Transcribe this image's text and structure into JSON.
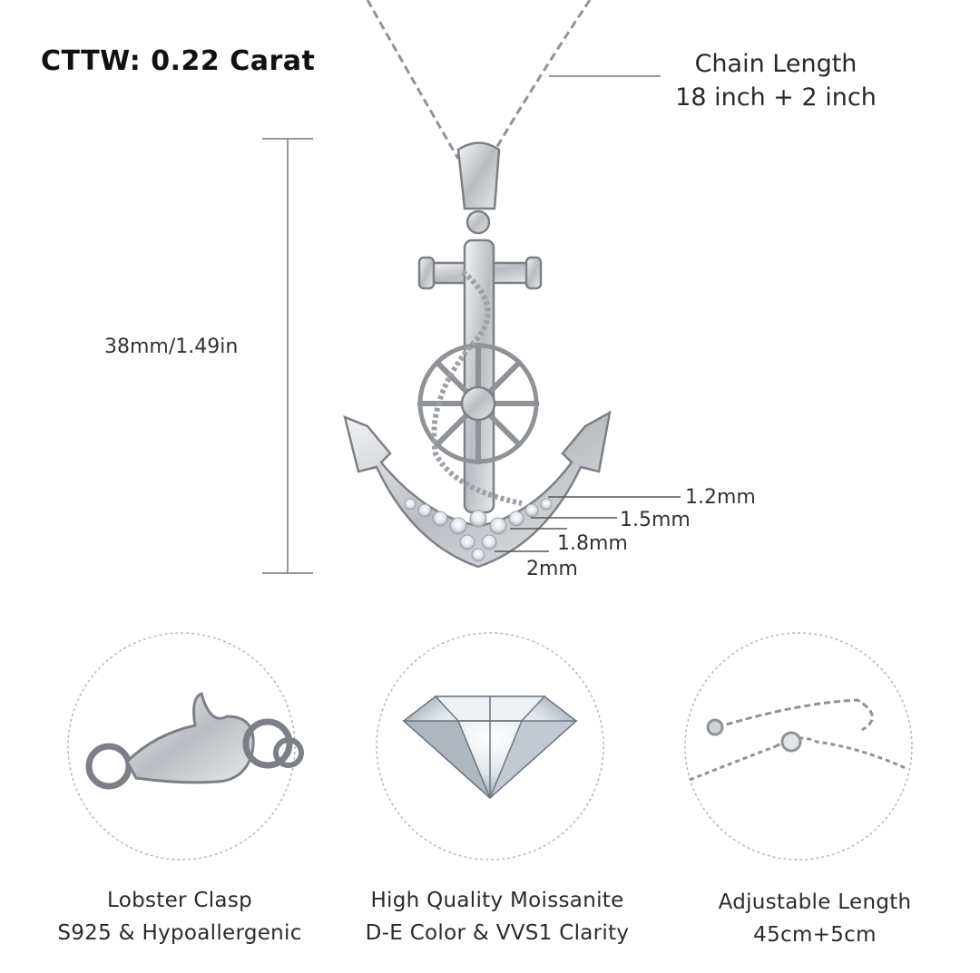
{
  "carat": "CTTW: 0.22 Carat",
  "chain": {
    "title": "Chain Length",
    "value": "18 inch + 2 inch"
  },
  "pendant_height": "38mm/1.49in",
  "stone_sizes": [
    "1.2mm",
    "1.5mm",
    "1.8mm",
    "2mm"
  ],
  "features": [
    {
      "line1": "Lobster Clasp",
      "line2": "S925 & Hypoallergenic",
      "icon": "lobster-clasp-icon"
    },
    {
      "line1": "High Quality Moissanite",
      "line2": "D-E Color & VVS1 Clarity",
      "icon": "diamond-icon"
    },
    {
      "line1": "Adjustable Length",
      "line2": "45cm+5cm",
      "icon": "extender-chain-icon"
    }
  ],
  "colors": {
    "silver": "#c9ccd0",
    "silver_dark": "#8a8e93",
    "line": "#555555",
    "text": "#222222"
  }
}
